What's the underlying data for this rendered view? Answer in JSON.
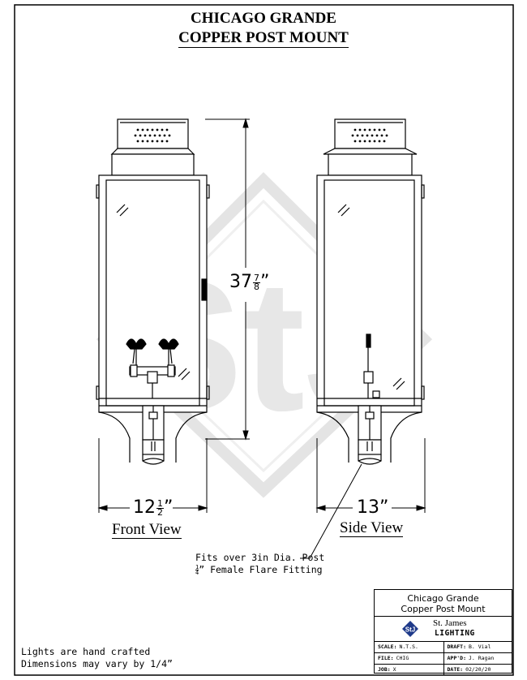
{
  "title": {
    "line1": "CHICAGO GRANDE",
    "line2": "COPPER POST MOUNT"
  },
  "views": {
    "front_label": "Front View",
    "side_label": "Side View"
  },
  "dimensions": {
    "height_whole": "37",
    "height_num": "7",
    "height_den": "8",
    "width_front_whole": "12",
    "width_front_num": "1",
    "width_front_den": "2",
    "width_side": "13",
    "inch_mark": "”"
  },
  "callout": {
    "line1": "Fits over 3in Dia. Post",
    "line2_num": "1",
    "line2_den": "4",
    "line2_rest": "” Female Flare Fitting"
  },
  "notes": {
    "line1": "Lights are hand crafted",
    "line2": "Dimensions may vary by 1/4”"
  },
  "watermark_text": "StJ",
  "title_block": {
    "product_line1": "Chicago Grande",
    "product_line2": "Copper Post Mount",
    "company_line1": "St. James",
    "company_line2": "LIGHTING",
    "logo_text": "StJ",
    "rows": [
      {
        "k1": "SCALE:",
        "v1": "N.T.S.",
        "k2": "DRAFT:",
        "v2": "B. Vial"
      },
      {
        "k1": "FILE:",
        "v1": "CHIG",
        "k2": "APP'D:",
        "v2": "J. Ragan"
      },
      {
        "k1": "JOB:",
        "v1": "X",
        "k2": "DATE:",
        "v2": "02/20/20"
      }
    ]
  },
  "colors": {
    "line": "#000000",
    "watermark": "#e6e6e6",
    "logo_blue": "#1f3a8a"
  }
}
